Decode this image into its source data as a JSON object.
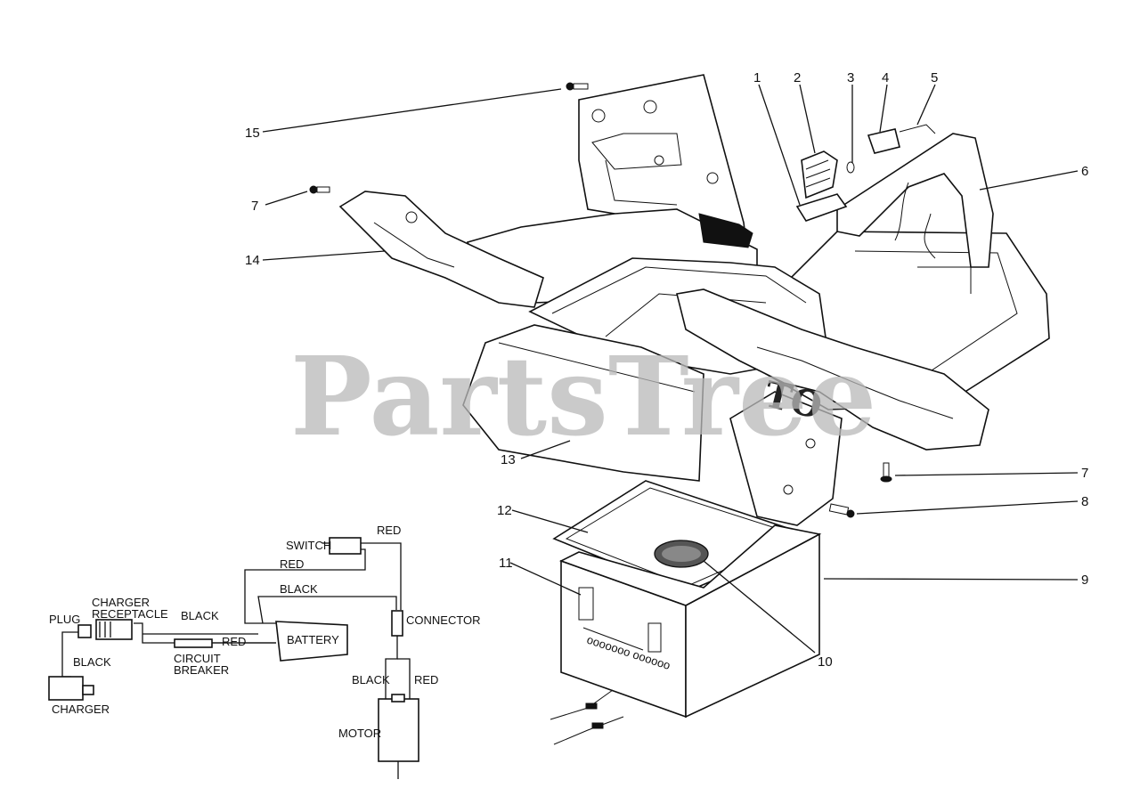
{
  "watermark": "PartsTree",
  "callouts": [
    "1",
    "2",
    "3",
    "4",
    "5",
    "6",
    "7",
    "8",
    "9",
    "10",
    "11",
    "12",
    "13",
    "14",
    "15"
  ],
  "callout_7b": "7",
  "body_lettering": "TO",
  "wiring": {
    "switch": "SWITCH",
    "red_top": "RED",
    "red_mid": "RED",
    "black_mid": "BLACK",
    "charger_receptacle_1": "CHARGER",
    "charger_receptacle_2": "RECEPTACLE",
    "black_plug": "BLACK",
    "connector": "CONNECTOR",
    "plug": "PLUG",
    "battery": "BATTERY",
    "red_battery": "RED",
    "circuit_1": "CIRCUIT",
    "circuit_2": "BREAKER",
    "black_charger": "BLACK",
    "charger": "CHARGER",
    "black_motor": "BLACK",
    "red_motor": "RED",
    "motor": "MOTOR"
  }
}
